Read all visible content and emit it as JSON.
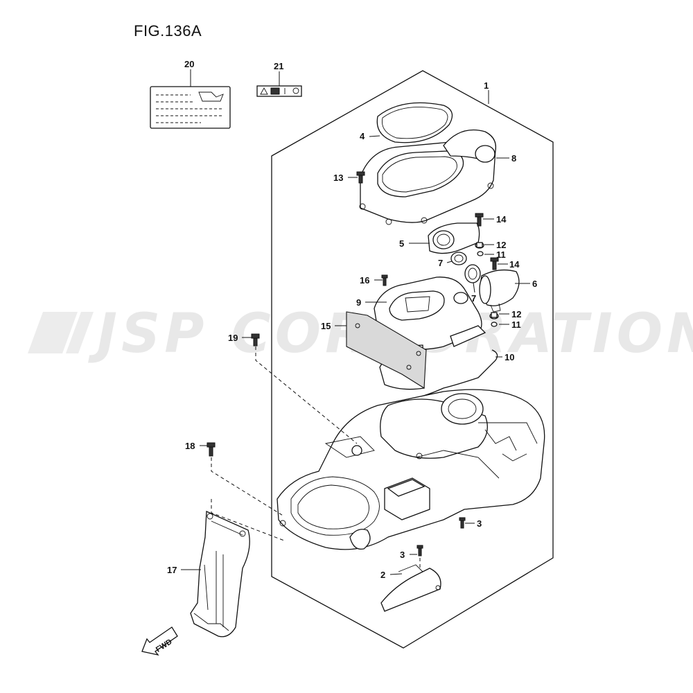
{
  "figure": {
    "title": "FIG.136A"
  },
  "watermark": {
    "text": "JSP CORPORATION"
  },
  "fwd_arrow": {
    "label": "FWD"
  },
  "callouts": [
    {
      "id": "1",
      "label": "1"
    },
    {
      "id": "2",
      "label": "2"
    },
    {
      "id": "3a",
      "label": "3"
    },
    {
      "id": "3b",
      "label": "3"
    },
    {
      "id": "4",
      "label": "4"
    },
    {
      "id": "5",
      "label": "5"
    },
    {
      "id": "6",
      "label": "6"
    },
    {
      "id": "7a",
      "label": "7"
    },
    {
      "id": "7b",
      "label": "7"
    },
    {
      "id": "8",
      "label": "8"
    },
    {
      "id": "9",
      "label": "9"
    },
    {
      "id": "10",
      "label": "10"
    },
    {
      "id": "11a",
      "label": "11"
    },
    {
      "id": "11b",
      "label": "11"
    },
    {
      "id": "12a",
      "label": "12"
    },
    {
      "id": "12b",
      "label": "12"
    },
    {
      "id": "13",
      "label": "13"
    },
    {
      "id": "14a",
      "label": "14"
    },
    {
      "id": "14b",
      "label": "14"
    },
    {
      "id": "15",
      "label": "15"
    },
    {
      "id": "16",
      "label": "16"
    },
    {
      "id": "17",
      "label": "17"
    },
    {
      "id": "18",
      "label": "18"
    },
    {
      "id": "19",
      "label": "19"
    },
    {
      "id": "20",
      "label": "20"
    },
    {
      "id": "21",
      "label": "21"
    }
  ]
}
